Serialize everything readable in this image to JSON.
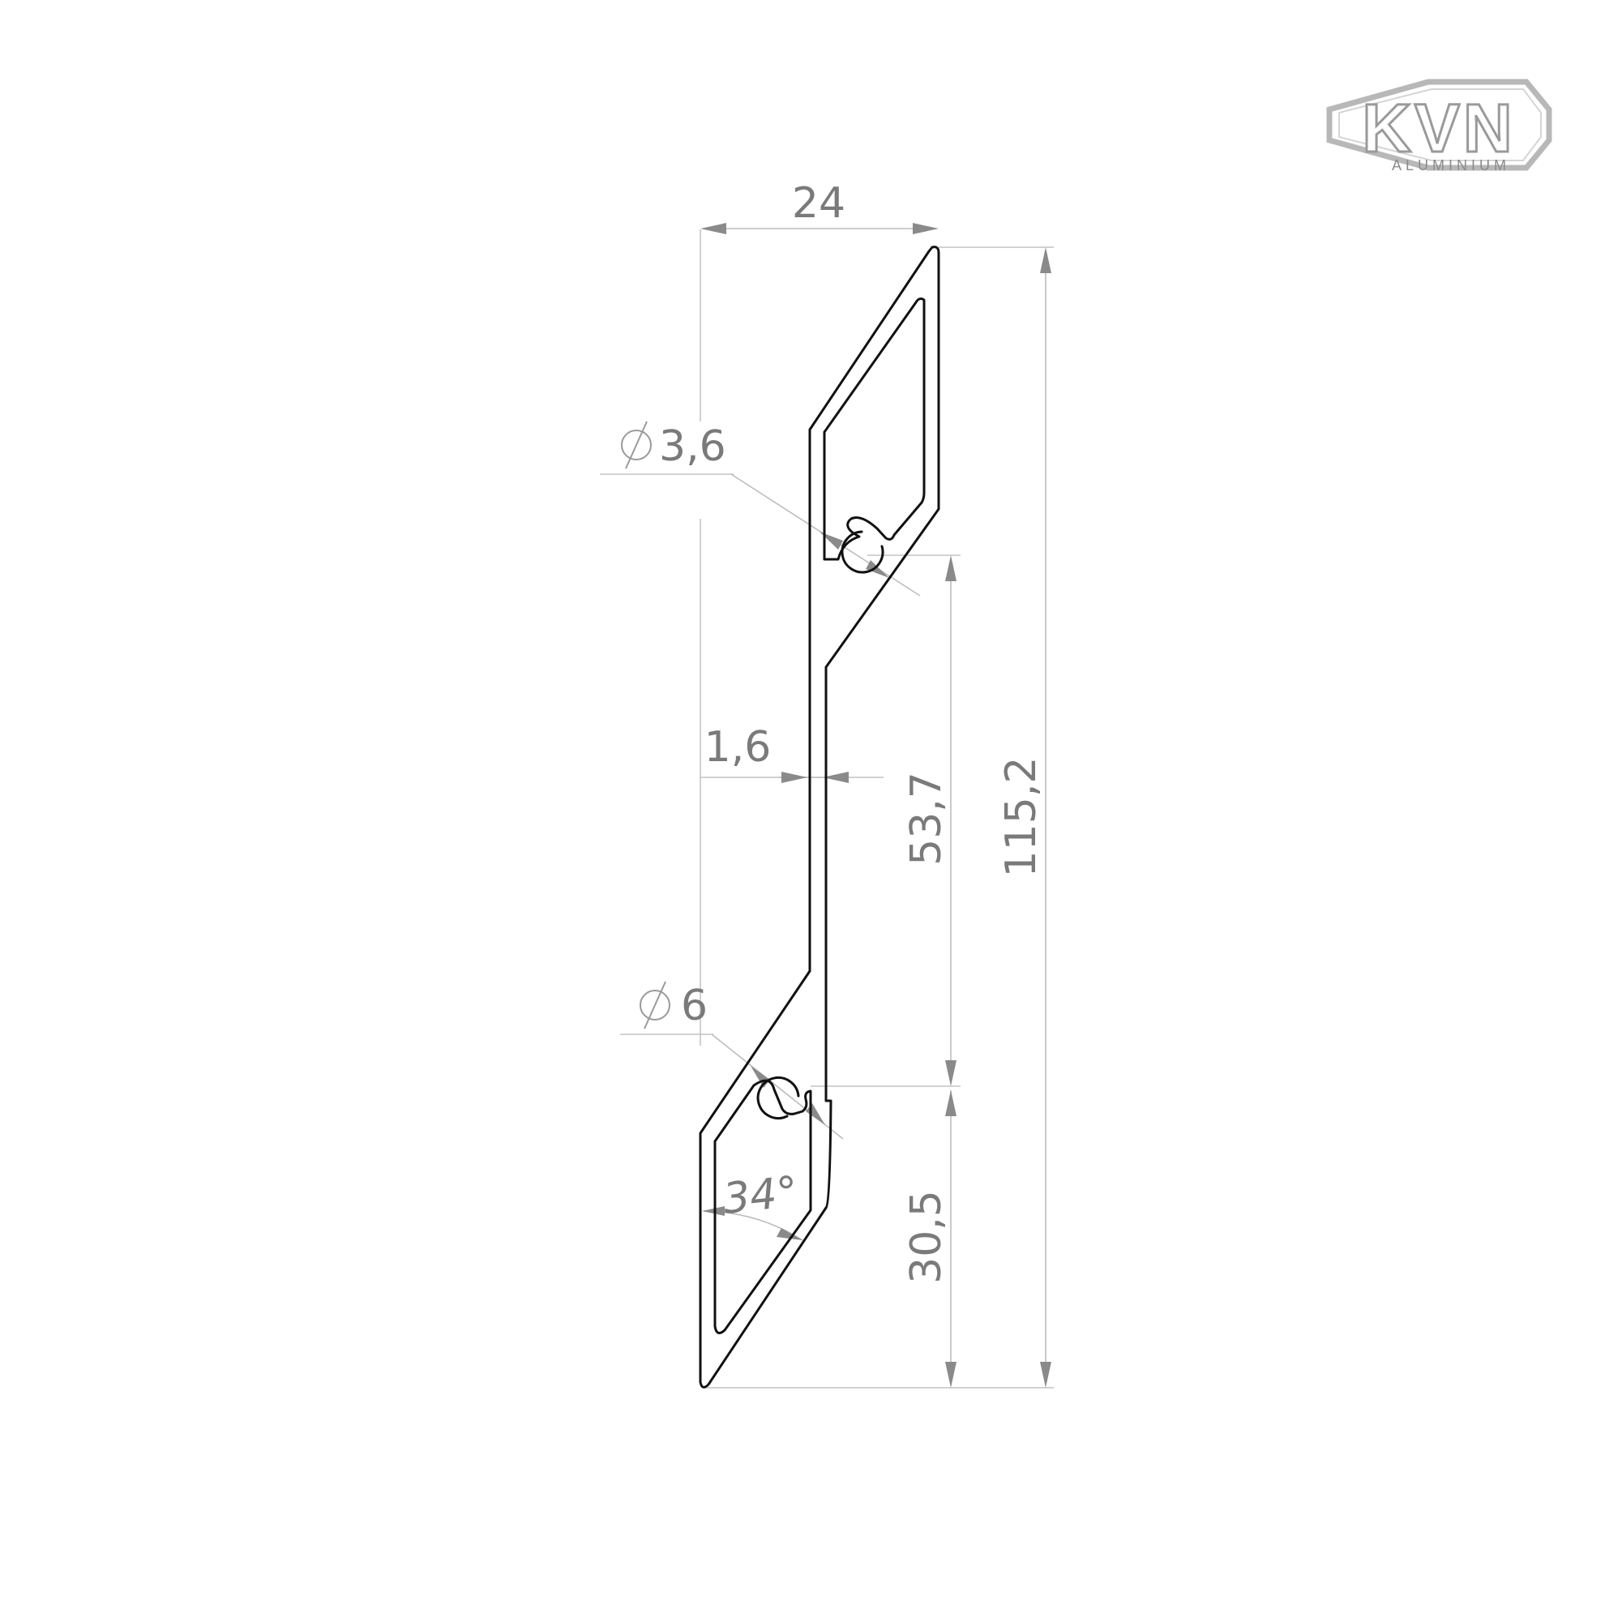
{
  "logo": {
    "brand": "KVN",
    "sub": "ALUMINIUM",
    "color": "#b8b8b8",
    "accent": "#8a8a8a"
  },
  "dimensions": {
    "width": "24",
    "hole_small": "3,6",
    "hole_large": "6",
    "wall": "1,6",
    "hole_spacing": "53,7",
    "total_height": "115,2",
    "bottom_offset": "30,5",
    "angle": "34°"
  },
  "colors": {
    "outline": "#111111",
    "dimension": "#7a7a7a",
    "leader": "#c4c4c4"
  }
}
